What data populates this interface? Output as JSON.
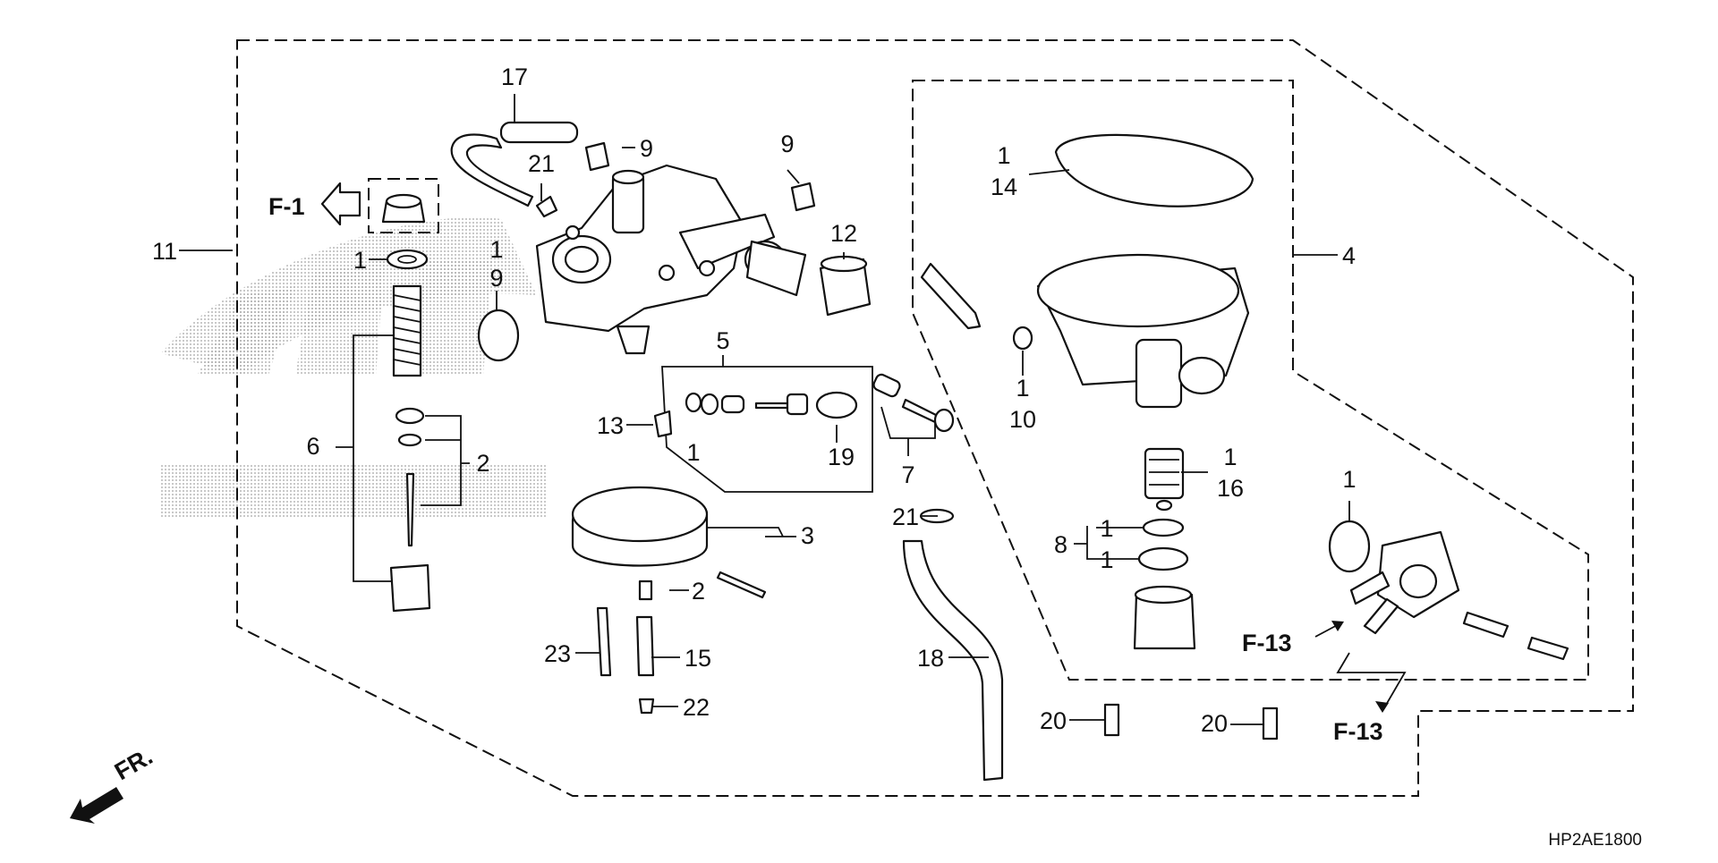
{
  "references": {
    "f1": "F-1",
    "f13a": "F-13",
    "f13b": "F-13",
    "front": "FR."
  },
  "diagram_code": "HP2AE1800",
  "callouts": {
    "c17": "17",
    "c9a": "9",
    "c9b": "9",
    "c21a": "21",
    "c11": "11",
    "c1a": "1",
    "c1b": "1",
    "c9c": "9",
    "c12": "12",
    "c6": "6",
    "c2a": "2",
    "c5": "5",
    "c13": "13",
    "c1c": "1",
    "c19": "19",
    "c7": "7",
    "c3": "3",
    "c2b": "2",
    "c23": "23",
    "c15": "15",
    "c22": "22",
    "c1d": "1",
    "c14": "14",
    "c4": "4",
    "c1e": "1",
    "c10": "10",
    "c1f": "1",
    "c16": "16",
    "c21b": "21",
    "c8": "8",
    "c1g": "1",
    "c1h": "1",
    "c1i": "1",
    "c18": "18",
    "c20a": "20",
    "c20b": "20"
  }
}
